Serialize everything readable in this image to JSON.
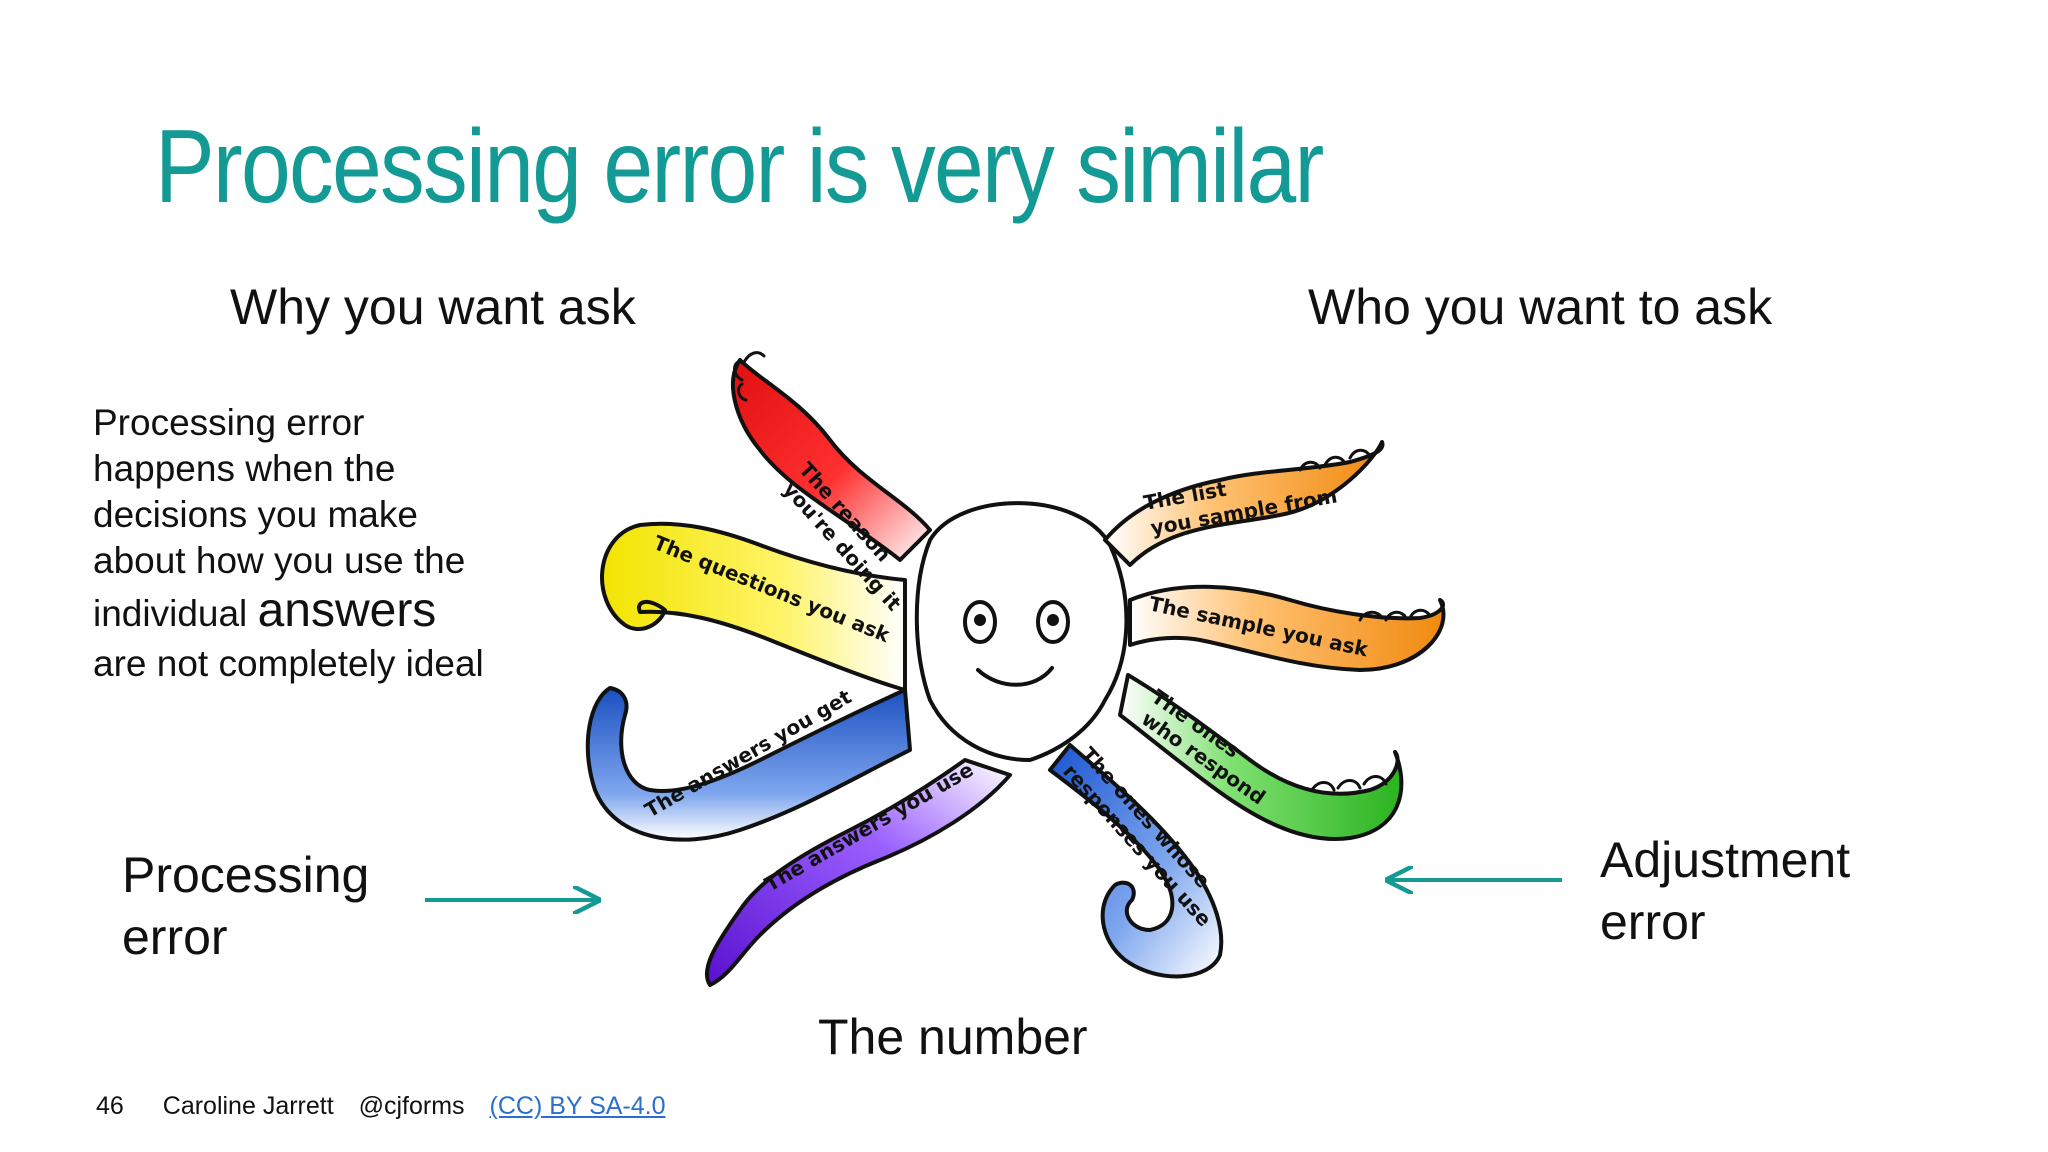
{
  "slide": {
    "title": "Processing error is very similar",
    "heading_left": "Why you want ask",
    "heading_right": "Who you want to ask",
    "description": {
      "line1": "Processing error",
      "line2": "happens when the",
      "line3": "decisions you make",
      "line4": "about how you use the",
      "line5_pre": "individual ",
      "line5_big": "answers",
      "line6": "are not completely ideal"
    },
    "processing_error": [
      "Processing",
      "error"
    ],
    "adjustment_error": [
      "Adjustment",
      "error"
    ],
    "bottom_label": "The number"
  },
  "octopus": {
    "arms": {
      "reason": [
        "The reason",
        "you're doing it"
      ],
      "questions": "The questions you ask",
      "answers_get": "The answers you get",
      "answers_use": "The answers you use",
      "list": [
        "The list",
        "you sample from"
      ],
      "sample": "The sample you ask",
      "respond": [
        "The ones",
        "who respond"
      ],
      "whose": [
        "The ones whose",
        "responses you use"
      ]
    }
  },
  "footer": {
    "page": "46",
    "author": "Caroline Jarrett",
    "handle": "@cjforms",
    "license": "(CC) BY SA-4.0"
  },
  "colors": {
    "title": "#149a94",
    "arrow": "#149a94",
    "link": "#2a6fd0"
  }
}
